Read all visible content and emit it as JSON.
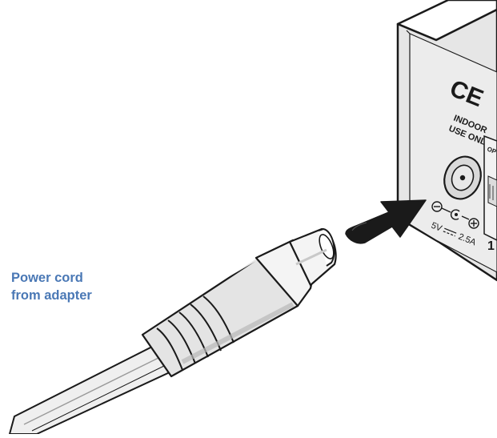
{
  "callout": {
    "line1": "Power cord",
    "line2": "from adapter"
  },
  "device": {
    "ce_mark": "CE",
    "indoor_line1": "INDOOR",
    "indoor_line2": "USE ONLY",
    "rating_voltage": "5V",
    "rating_current": "2.5A",
    "option_label": "OP",
    "port_number": "1"
  },
  "colors": {
    "callout_text": "#4a78b5",
    "outline": "#1a1a1a",
    "panel_fill": "#e6e6e6",
    "device_fill": "#ffffff",
    "arrow_fill": "#1a1a1a",
    "plug_light": "#f4f4f4",
    "plug_shade": "#c9c9c9"
  },
  "icons": [
    "insert-arrow-icon",
    "polarity-negative-icon",
    "polarity-positive-icon",
    "dc-symbol-icon",
    "dip-switch-icon"
  ]
}
